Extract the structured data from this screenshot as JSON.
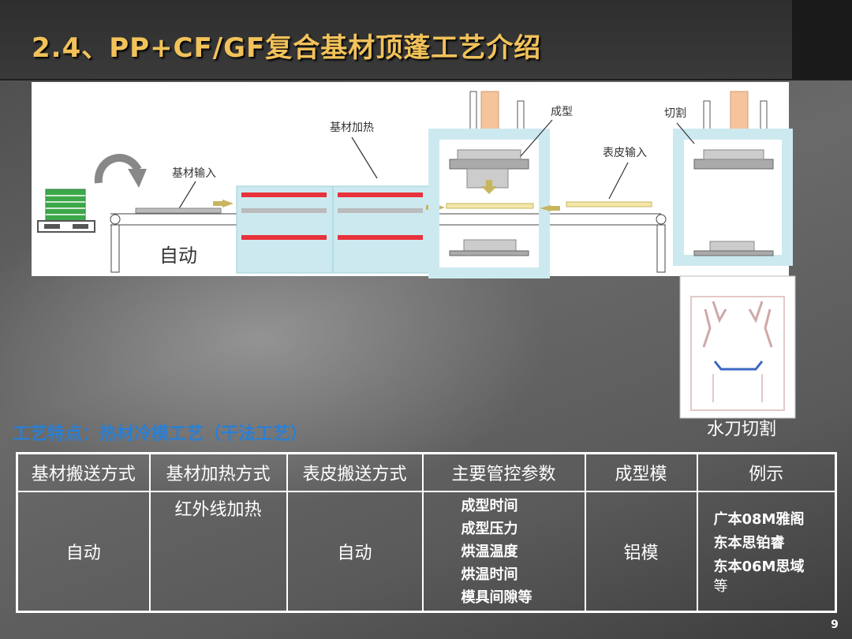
{
  "title": "2.4、PP+CF/GF复合基材顶蓬工艺介绍",
  "diagram": {
    "labels": {
      "input": "基材输入",
      "heating": "基材加热",
      "forming": "成型",
      "cutting": "切割",
      "skin_input": "表皮输入",
      "auto": "自动",
      "waterjet": "水刀切割"
    }
  },
  "subtitle": "工艺特点：热材冷模工艺（干法工艺）",
  "table": {
    "headers": [
      "基材搬送方式",
      "基材加热方式",
      "表皮搬送方式",
      "主要管控参数",
      "成型模",
      "例示"
    ],
    "row": {
      "transport": "自动",
      "heating": "红外线加热",
      "skin": "自动",
      "params": [
        "成型时间",
        "成型压力",
        "烘温温度",
        "烘温时间",
        "模具间隙等"
      ],
      "mold": "铝模",
      "examples": [
        "广本08M雅阁",
        "东本思铂睿",
        "东本06M思域"
      ],
      "examples_tail": "等"
    }
  },
  "page_number": "9",
  "colors": {
    "title": "#f2c25a",
    "subtitle": "#2a7fd4",
    "heater": "#e8323c",
    "machine_frame": "#cde9f0",
    "diagram_bg": "#ffffff"
  }
}
